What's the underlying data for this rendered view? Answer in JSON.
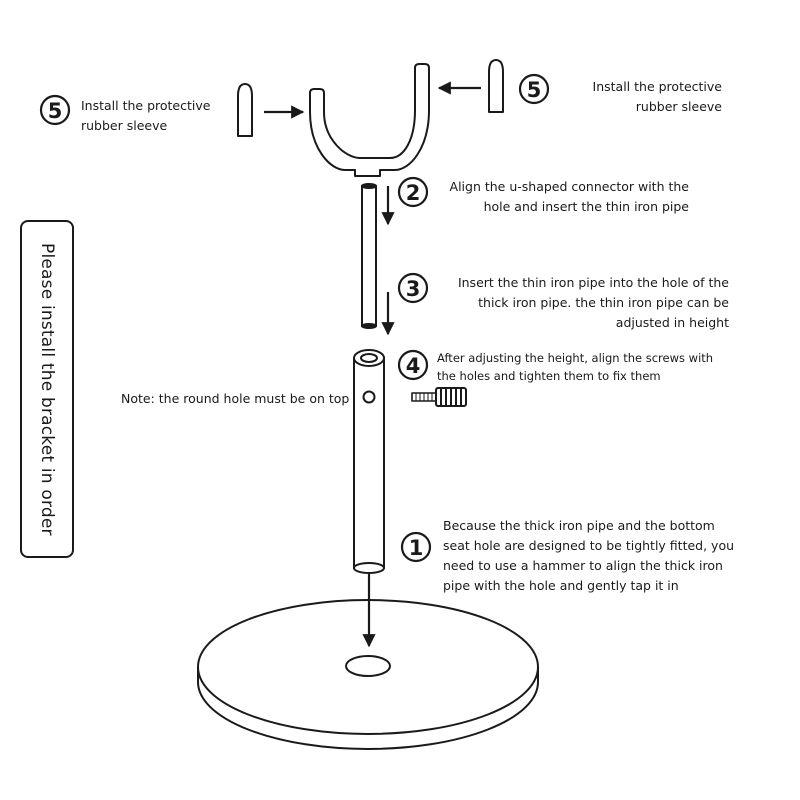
{
  "sidebar": {
    "instruction": "Please install the bracket in order"
  },
  "steps": {
    "step5_left": {
      "number": "5",
      "lines": [
        "Install the protective",
        "rubber sleeve"
      ]
    },
    "step5_right": {
      "number": "5",
      "lines": [
        "Install the protective",
        "rubber sleeve"
      ]
    },
    "step2": {
      "number": "2",
      "lines": [
        "Align the u-shaped connector with the",
        "hole and insert the thin iron pipe"
      ]
    },
    "step3": {
      "number": "3",
      "lines": [
        "Insert the thin iron pipe into the hole of the",
        "thick iron pipe. the thin iron pipe can be",
        "adjusted in height"
      ]
    },
    "step4": {
      "number": "4",
      "lines": [
        "After adjusting the height, align the screws with",
        "the holes and tighten them to fix them"
      ]
    },
    "step1": {
      "number": "1",
      "lines": [
        "Because the thick iron pipe and the bottom",
        "seat hole are designed to be tightly fitted, you",
        "need to use a hammer to align the thick iron",
        "pipe with the hole and gently tap it in"
      ]
    }
  },
  "note": {
    "text": "Note: the round hole must be on top"
  },
  "colors": {
    "line": "#1a1a1a",
    "background": "#ffffff"
  }
}
